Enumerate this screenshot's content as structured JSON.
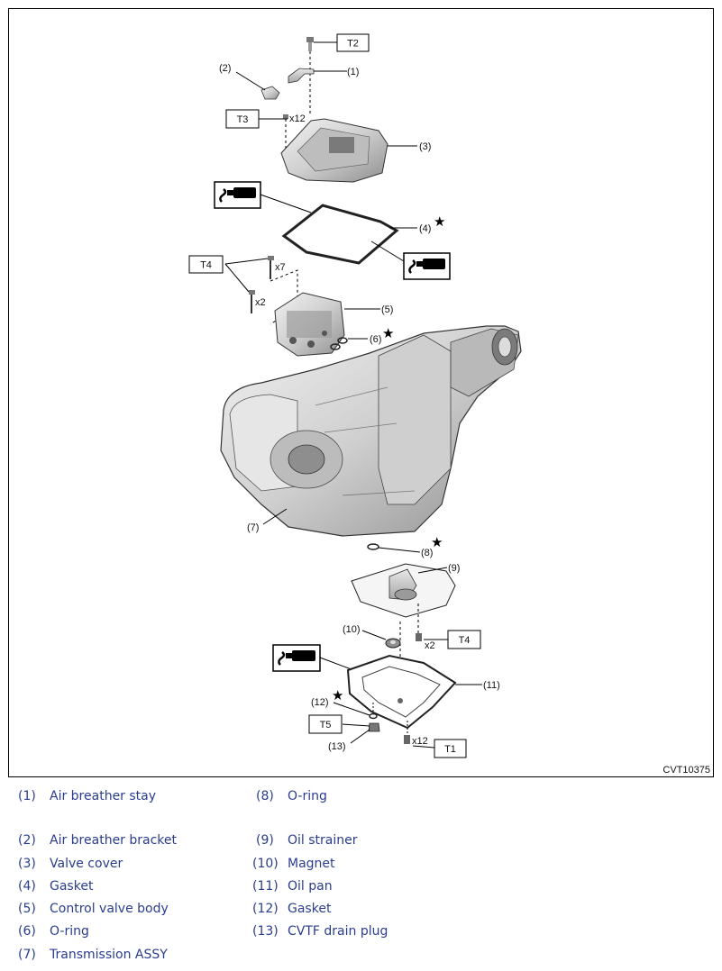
{
  "diagram": {
    "figure_code": "CVT10375",
    "torque_labels": {
      "t1": "T1",
      "t2": "T2",
      "t3": "T3",
      "t4_upper": "T4",
      "t4_lower": "T4",
      "t5": "T5"
    },
    "quantities": {
      "valve_cover_bolts": "x12",
      "control_valve_long_bolts": "x7",
      "control_valve_short_bolts": "x2",
      "strainer_bolts": "x2",
      "oil_pan_bolts": "x12"
    },
    "callouts": {
      "c1": "(1)",
      "c2": "(2)",
      "c3": "(3)",
      "c4": "(4)",
      "c5": "(5)",
      "c6": "(6)",
      "c7": "(7)",
      "c8": "(8)",
      "c9": "(9)",
      "c10": "(10)",
      "c11": "(11)",
      "c12": "(12)",
      "c13": "(13)"
    },
    "star_symbol": "★"
  },
  "legend": {
    "items": [
      {
        "num": "(1)",
        "label": "Air breather stay"
      },
      {
        "num": "(2)",
        "label": "Air breather bracket"
      },
      {
        "num": "(3)",
        "label": "Valve cover"
      },
      {
        "num": "(4)",
        "label": "Gasket"
      },
      {
        "num": "(5)",
        "label": "Control valve body"
      },
      {
        "num": "(6)",
        "label": "O-ring"
      },
      {
        "num": "(7)",
        "label": "Transmission ASSY"
      },
      {
        "num": "(8)",
        "label": "O-ring"
      },
      {
        "num": "(9)",
        "label": "Oil strainer"
      },
      {
        "num": "(10)",
        "label": "Magnet"
      },
      {
        "num": "(11)",
        "label": "Oil pan"
      },
      {
        "num": "(12)",
        "label": "Gasket"
      },
      {
        "num": "(13)",
        "label": "CVTF drain plug"
      }
    ]
  },
  "colors": {
    "legend_text": "#2a3c8f",
    "line": "#111111",
    "part_fill": "#d9d9d9",
    "part_shade": "#9a9a9a"
  }
}
